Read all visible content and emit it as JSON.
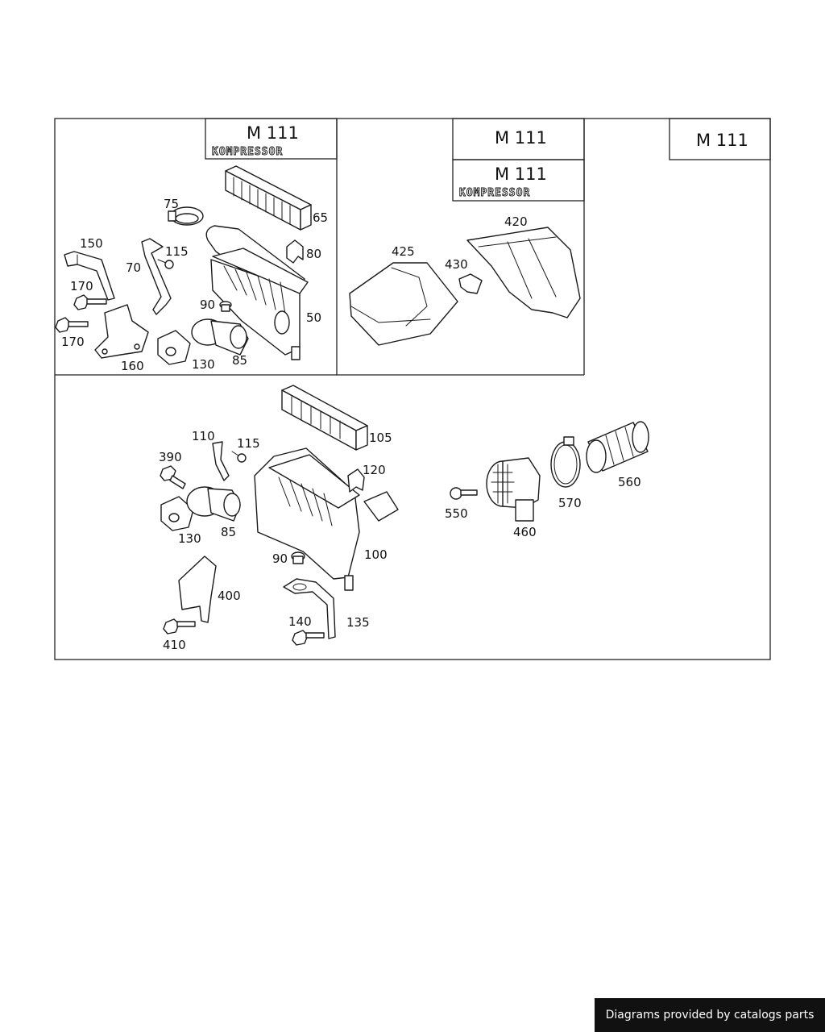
{
  "panels": {
    "top_left": {
      "model": "M 111",
      "variant": "KOMPRESSOR"
    },
    "top_mid_a": {
      "model": "M 111"
    },
    "top_mid_b": {
      "model": "M 111",
      "variant": "KOMPRESSOR"
    },
    "top_right": {
      "model": "M 111"
    }
  },
  "labels": {
    "p75": "75",
    "p65": "65",
    "p150": "150",
    "p115a": "115",
    "p70": "70",
    "p80": "80",
    "p170a": "170",
    "p90a": "90",
    "p50": "50",
    "p170b": "170",
    "p160": "160",
    "p130a": "130",
    "p85a": "85",
    "p420": "420",
    "p425": "425",
    "p430": "430",
    "p110": "110",
    "p115b": "115",
    "p105": "105",
    "p390": "390",
    "p120": "120",
    "p130b": "130",
    "p85b": "85",
    "p90b": "90",
    "p100": "100",
    "p400": "400",
    "p410": "410",
    "p140": "140",
    "p135": "135",
    "p550": "550",
    "p460": "460",
    "p570": "570",
    "p560": "560"
  },
  "credit": "Diagrams provided by catalogs parts"
}
